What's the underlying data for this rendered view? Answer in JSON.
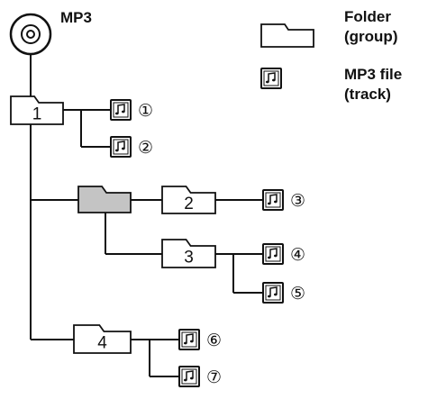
{
  "root": {
    "label": "MP3",
    "icon": "disc-icon"
  },
  "legend": {
    "folder": {
      "line1": "Folder",
      "line2": "(group)",
      "icon": "folder-icon"
    },
    "file": {
      "line1": "MP3 file",
      "line2": "(track)",
      "icon": "music-note-icon"
    }
  },
  "folders": [
    {
      "id": "f1",
      "label": "1",
      "highlighted": false
    },
    {
      "id": "fg",
      "label": "",
      "highlighted": true
    },
    {
      "id": "f2",
      "label": "2",
      "highlighted": false
    },
    {
      "id": "f3",
      "label": "3",
      "highlighted": false
    },
    {
      "id": "f4",
      "label": "4",
      "highlighted": false
    }
  ],
  "tracks": [
    {
      "label": "①",
      "folder": "f1"
    },
    {
      "label": "②",
      "folder": "f1"
    },
    {
      "label": "③",
      "folder": "f2"
    },
    {
      "label": "④",
      "folder": "f3"
    },
    {
      "label": "⑤",
      "folder": "f3"
    },
    {
      "label": "⑥",
      "folder": "f4"
    },
    {
      "label": "⑦",
      "folder": "f4"
    }
  ],
  "colors": {
    "line": "#111111",
    "folder_fill": "#ffffff",
    "folder_highlight_fill": "#c4c4c4",
    "background": "#ffffff"
  }
}
